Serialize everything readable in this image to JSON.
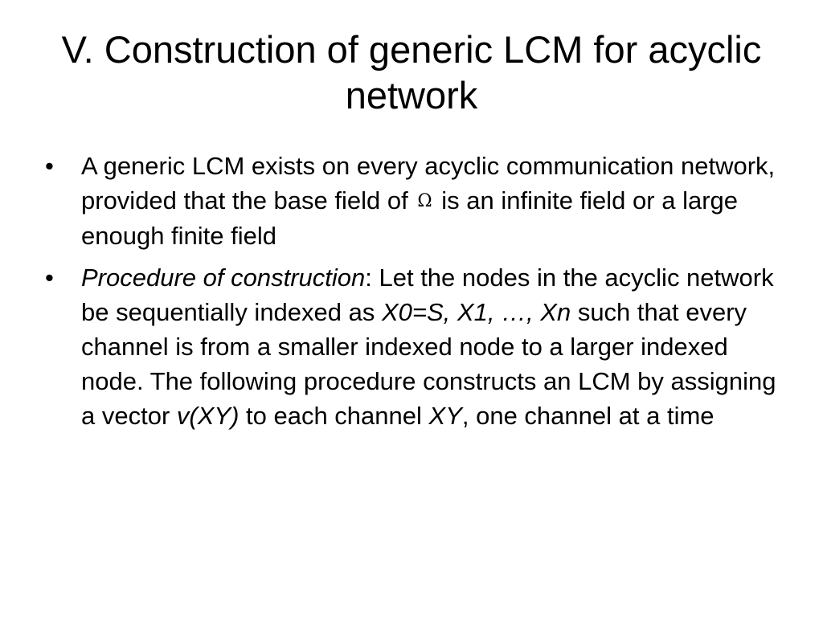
{
  "slide": {
    "title": "V. Construction of generic LCM for acyclic network",
    "bullet_marker": "•",
    "bullets": [
      {
        "part1": "A generic LCM exists on every acyclic communication network, provided that the base field of",
        "omega": "Ω",
        "part2": "is an infinite field or a large enough finite field"
      },
      {
        "term": "Procedure of construction",
        "colon": ":",
        "text1": " Let the nodes in the acyclic network be sequentially indexed as ",
        "nodes": "X0=S, X1, …, Xn",
        "text2": " such that every channel is from a smaller indexed node to a larger indexed node. The following procedure constructs an LCM by assigning a vector ",
        "vector": "v(XY)",
        "text3": " to each channel ",
        "channel": "XY",
        "text4": ", one channel at a time"
      }
    ]
  }
}
